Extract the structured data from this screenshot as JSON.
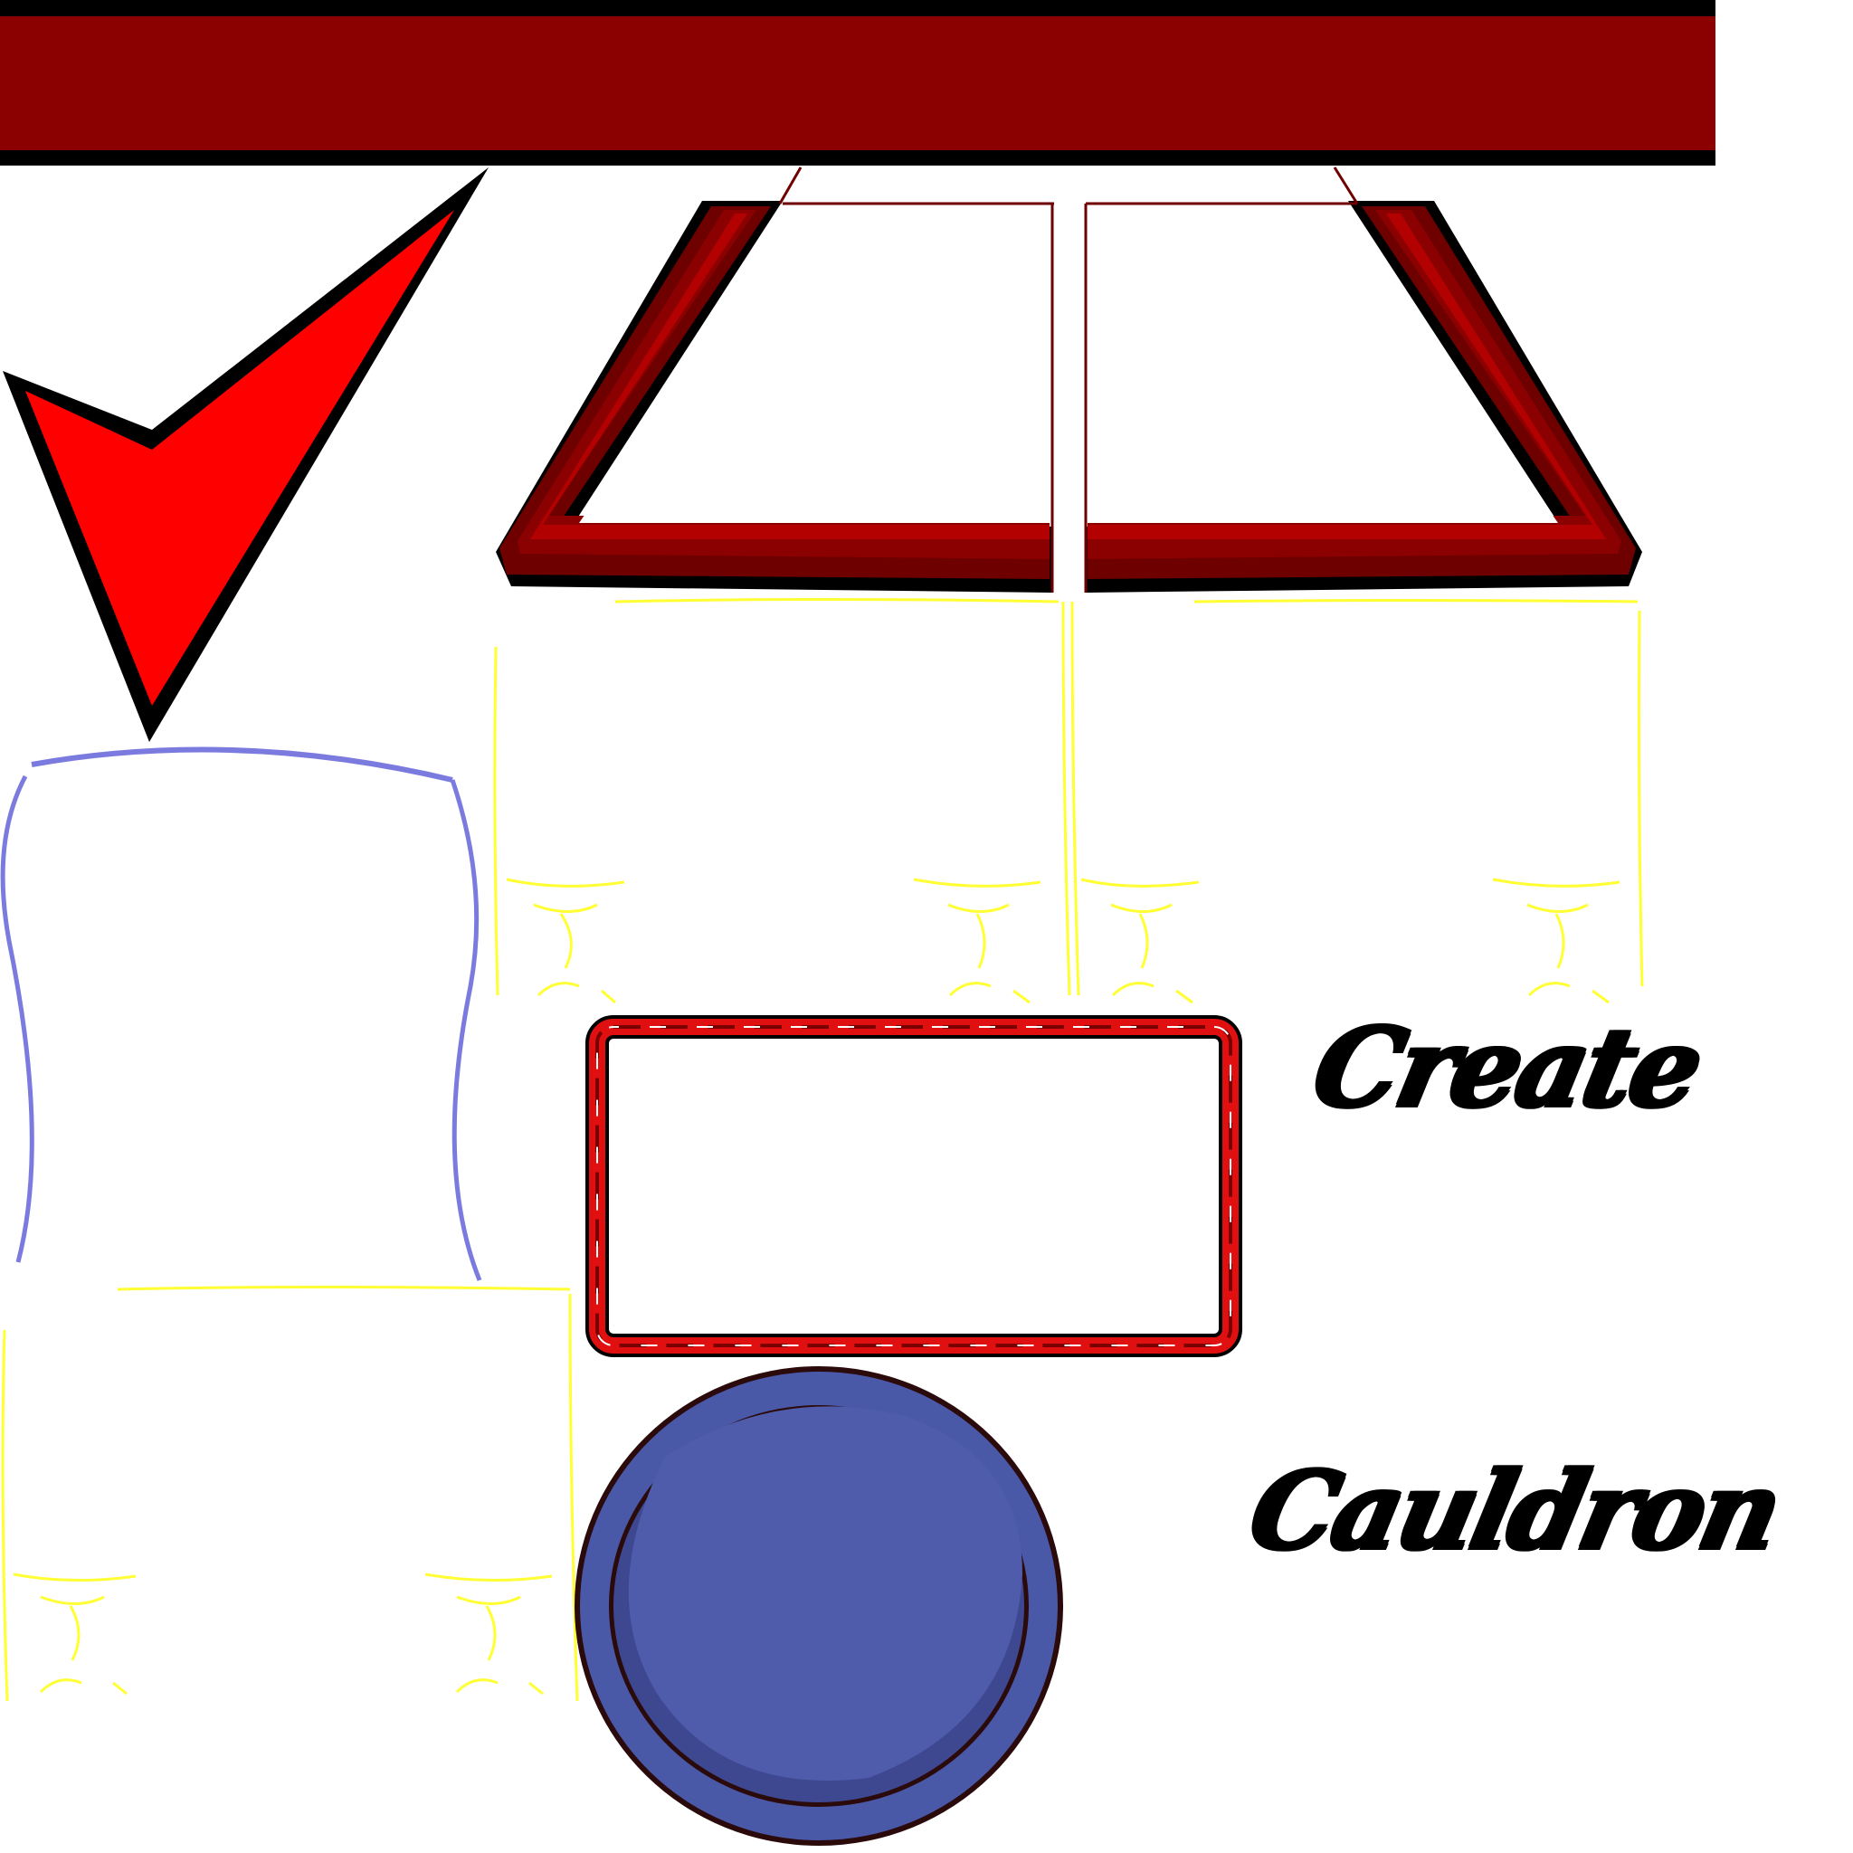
{
  "sprite_sheet": {
    "labels": {
      "create": "Create",
      "cauldron": "Cauldron"
    },
    "icons": {
      "top_banner": "banner-bar",
      "checkmark": "checkmark-icon",
      "window_frame": "trapezoid-window-frame",
      "ghost_panel": "blue-outline-panel",
      "yellow_drapes": "yellow-outline-drape",
      "rope_frame": "twisted-rope-frame",
      "cauldron_lid": "cauldron-circle-icon"
    },
    "colors": {
      "banner": "#8b0000",
      "outline": "#000000",
      "check_fill": "#ff0000",
      "window_dark": "#6e0000",
      "window_mid": "#8b0000",
      "window_light": "#b30000",
      "panel_stroke": "#7b7bdf",
      "drape_stroke": "#ffff33",
      "rope_red": "#e01010",
      "rope_dark": "#7a0000",
      "cauldron_outer": "#4a58a8",
      "cauldron_inner": "#4f5cab",
      "cauldron_shadow": "#3d4891",
      "cauldron_edge": "#2a0a0a"
    }
  }
}
